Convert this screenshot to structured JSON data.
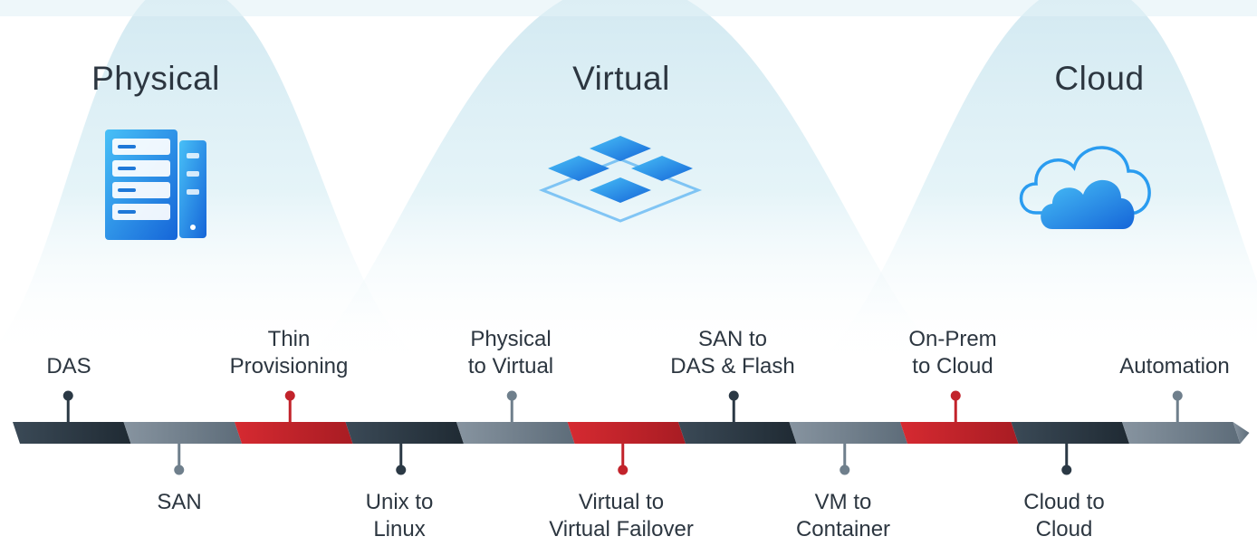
{
  "eras": [
    {
      "id": "physical",
      "title": "Physical",
      "icon": "server-icon"
    },
    {
      "id": "virtual",
      "title": "Virtual",
      "icon": "virtual-layers-icon"
    },
    {
      "id": "cloud",
      "title": "Cloud",
      "icon": "cloud-icon"
    }
  ],
  "timeline": {
    "milestones": [
      {
        "label": "DAS",
        "side": "top",
        "color": "dark"
      },
      {
        "label": "SAN",
        "side": "bottom",
        "color": "gray"
      },
      {
        "label": "Thin\nProvisioning",
        "side": "top",
        "color": "red"
      },
      {
        "label": "Unix to\nLinux",
        "side": "bottom",
        "color": "dark"
      },
      {
        "label": "Physical\nto Virtual",
        "side": "top",
        "color": "gray"
      },
      {
        "label": "Virtual to\nVirtual Failover",
        "side": "bottom",
        "color": "red"
      },
      {
        "label": "SAN to\nDAS & Flash",
        "side": "top",
        "color": "dark"
      },
      {
        "label": "VM to\nContainer",
        "side": "bottom",
        "color": "gray"
      },
      {
        "label": "On-Prem\nto Cloud",
        "side": "top",
        "color": "red"
      },
      {
        "label": "Cloud to\nCloud",
        "side": "bottom",
        "color": "dark"
      },
      {
        "label": "Automation",
        "side": "top",
        "color": "gray"
      }
    ]
  },
  "colors": {
    "dark": "#2b3945",
    "gray": "#6f7f8c",
    "red": "#c2232b",
    "wave": "#d6ecf3",
    "icon_blue": "#1e88e5",
    "icon_light": "#42b4f5",
    "text": "#2c3640"
  }
}
